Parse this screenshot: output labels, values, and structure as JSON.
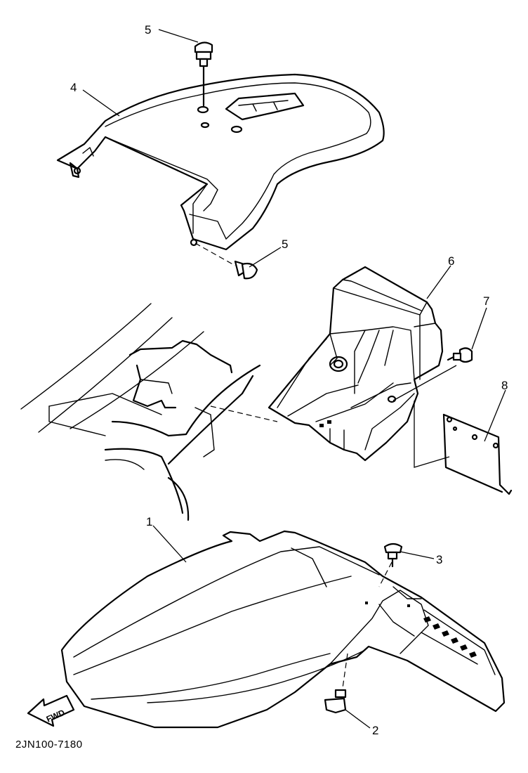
{
  "callouts": {
    "c1": "1",
    "c2": "2",
    "c3": "3",
    "c4": "4",
    "c5a": "5",
    "c5b": "5",
    "c6": "6",
    "c7": "7",
    "c8": "8"
  },
  "fwd_label": "FWD",
  "diagram_code": "2JN100-7180"
}
